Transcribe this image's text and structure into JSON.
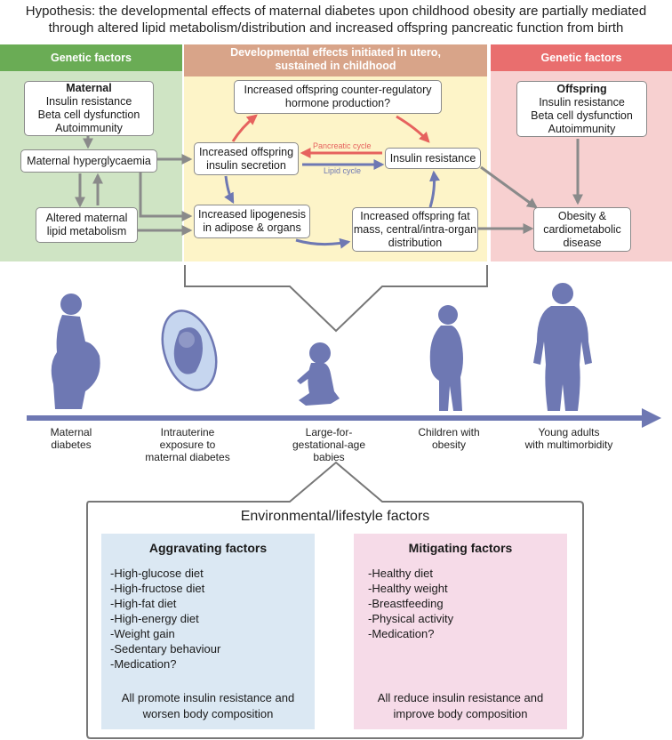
{
  "hypothesis": [
    "Hypothesis: the developmental effects of maternal diabetes upon childhood obesity are partially mediated",
    "through altered lipid metabolism/distribution and increased offspring pancreatic function from birth"
  ],
  "panels": {
    "left_title": "Genetic factors",
    "middle_title": [
      "Developmental effects initiated in utero,",
      "sustained in childhood"
    ],
    "right_title": "Genetic factors"
  },
  "boxes": {
    "maternal": {
      "title": "Maternal",
      "lines": [
        "Insulin resistance",
        "Beta cell dysfunction",
        "Autoimmunity"
      ]
    },
    "maternal_hyperglycaemia": "Maternal hyperglycaemia",
    "altered_lipid": [
      "Altered maternal",
      "lipid metabolism"
    ],
    "counter_regulatory": [
      "Increased offspring counter-regulatory",
      "hormone production?"
    ],
    "insulin_secretion": [
      "Increased offspring",
      "insulin secretion"
    ],
    "insulin_resistance": "Insulin resistance",
    "lipogenesis": [
      "Increased lipogenesis",
      "in adipose & organs"
    ],
    "fat_mass": [
      "Increased offspring fat",
      "mass, central/intra-organ",
      "distribution"
    ],
    "offspring": {
      "title": "Offspring",
      "lines": [
        "Insulin resistance",
        "Beta cell dysfunction",
        "Autoimmunity"
      ]
    },
    "obesity": [
      "Obesity &",
      "cardiometabolic",
      "disease"
    ]
  },
  "cycles": {
    "pancreatic": "Pancreatic cycle",
    "lipid": "Lipid cycle"
  },
  "timeline": [
    [
      "Maternal",
      "diabetes"
    ],
    [
      "Intrauterine",
      "exposure to",
      "maternal diabetes"
    ],
    [
      "Large-for-",
      "gestational-age",
      "babies"
    ],
    [
      "Children with",
      "obesity"
    ],
    [
      "Young adults",
      "with multimorbidity"
    ]
  ],
  "environment": {
    "title": "Environmental/lifestyle factors",
    "aggravating": {
      "title": "Aggravating factors",
      "items": [
        "-High-glucose diet",
        "-High-fructose diet",
        "-High-fat diet",
        "-High-energy diet",
        "-Weight gain",
        "-Sedentary behaviour",
        "-Medication?"
      ],
      "note": [
        "All promote insulin resistance and",
        "worsen body composition"
      ]
    },
    "mitigating": {
      "title": "Mitigating factors",
      "items": [
        "-Healthy diet",
        "-Healthy weight",
        "-Breastfeeding",
        "-Physical activity",
        "-Medication?"
      ],
      "note": [
        "All reduce insulin resistance and",
        "improve body composition"
      ]
    }
  },
  "colors": {
    "green_panel": "#cfe4c4",
    "green_head": "#6aac55",
    "yellow_panel": "#fdf4c8",
    "tan_head": "#d8a489",
    "pink_panel": "#f7d0d0",
    "red_head": "#e96e6e",
    "blue_box": "#dbe8f3",
    "pink_box": "#f6dbe8",
    "figure": "#6e78b3",
    "red_arrow": "#e6625e",
    "blue_arrow": "#6e78b3",
    "grey_arrow": "#8a8a8a"
  }
}
